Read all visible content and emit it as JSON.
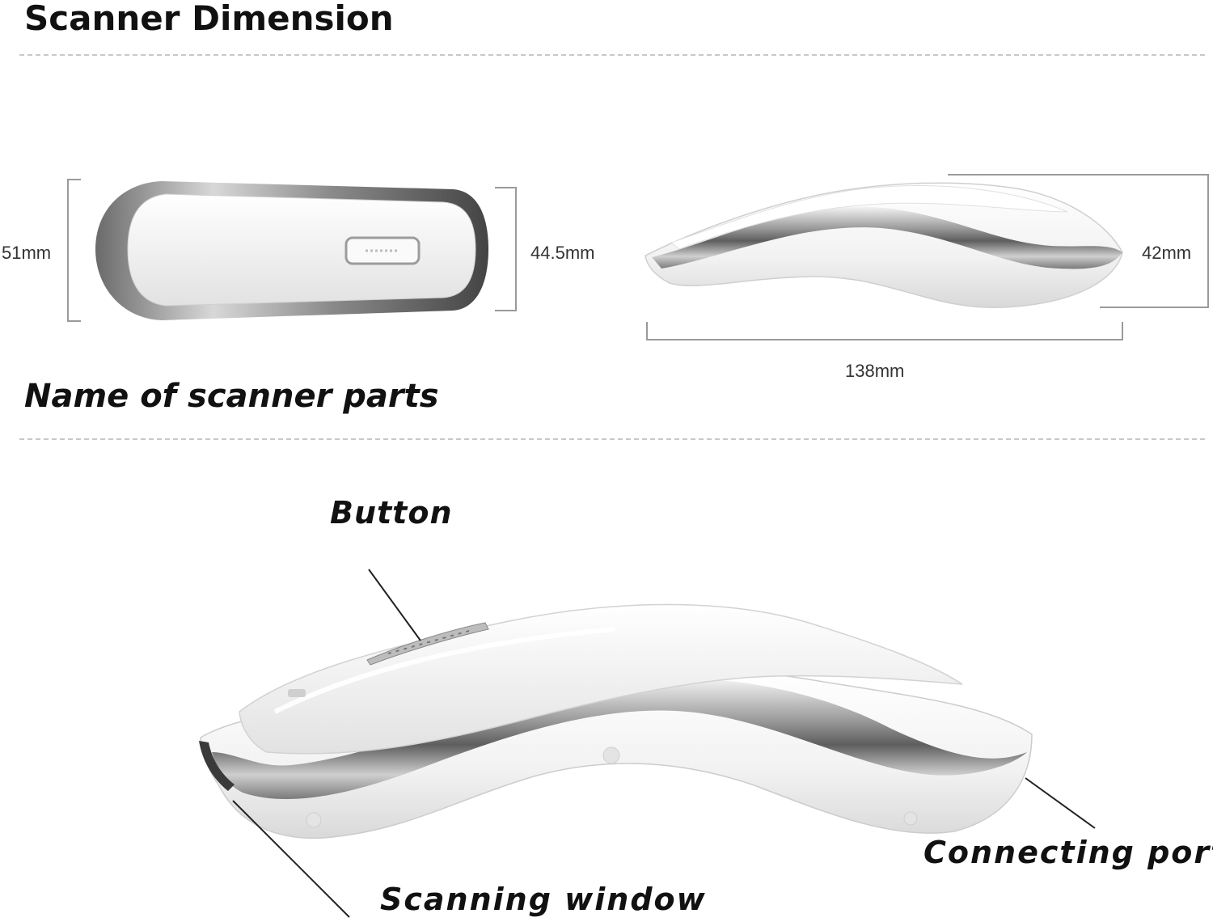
{
  "section_dimension": {
    "title": "Scanner Dimension",
    "dimensions": {
      "top_view_height": "51mm",
      "top_view_width": "44.5mm",
      "side_view_height": "42mm",
      "side_view_length": "138mm"
    }
  },
  "section_parts": {
    "title": "Name of scanner parts",
    "parts": {
      "button": "Button",
      "connecting_port": "Connecting port",
      "scanning_window": "Scanning window"
    }
  },
  "colors": {
    "body_white": "#f6f6f6",
    "chrome_dark": "#6f6f6f",
    "chrome_light": "#e6e6e6",
    "bracket_gray": "#9a9a9a",
    "heading_text": "#111111"
  }
}
